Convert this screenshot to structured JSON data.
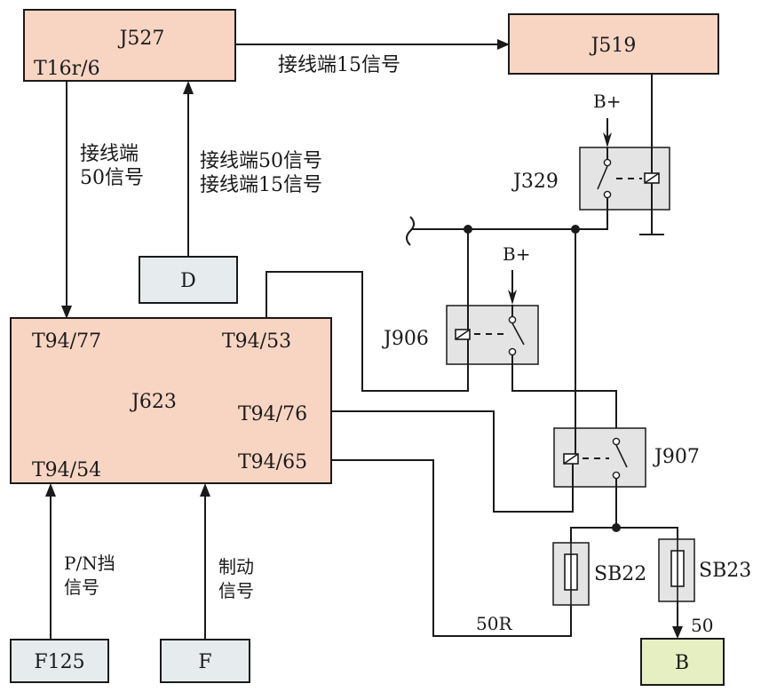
{
  "components": {
    "j527": "J527",
    "j527_pin": "T16r/6",
    "j519": "J519",
    "j623": "J623",
    "j623_pin_77": "T94/77",
    "j623_pin_53": "T94/53",
    "j623_pin_76": "T94/76",
    "j623_pin_65": "T94/65",
    "j623_pin_54": "T94/54",
    "j329": "J329",
    "j906": "J906",
    "j907": "J907",
    "sb22": "SB22",
    "sb23": "SB23",
    "d": "D",
    "f125": "F125",
    "f": "F",
    "b": "B"
  },
  "labels": {
    "terminal15_signal": "接线端15信号",
    "terminal50_line1": "接线端",
    "terminal50_line2": "50信号",
    "d_signal_line1": "接线端50信号",
    "d_signal_line2": "接线端15信号",
    "bplus_1": "B+",
    "bplus_2": "B+",
    "pn_line1": "P/N挡",
    "pn_line2": "信号",
    "brake_line1": "制动",
    "brake_line2": "信号",
    "wire_50r": "50R",
    "wire_50": "50"
  }
}
